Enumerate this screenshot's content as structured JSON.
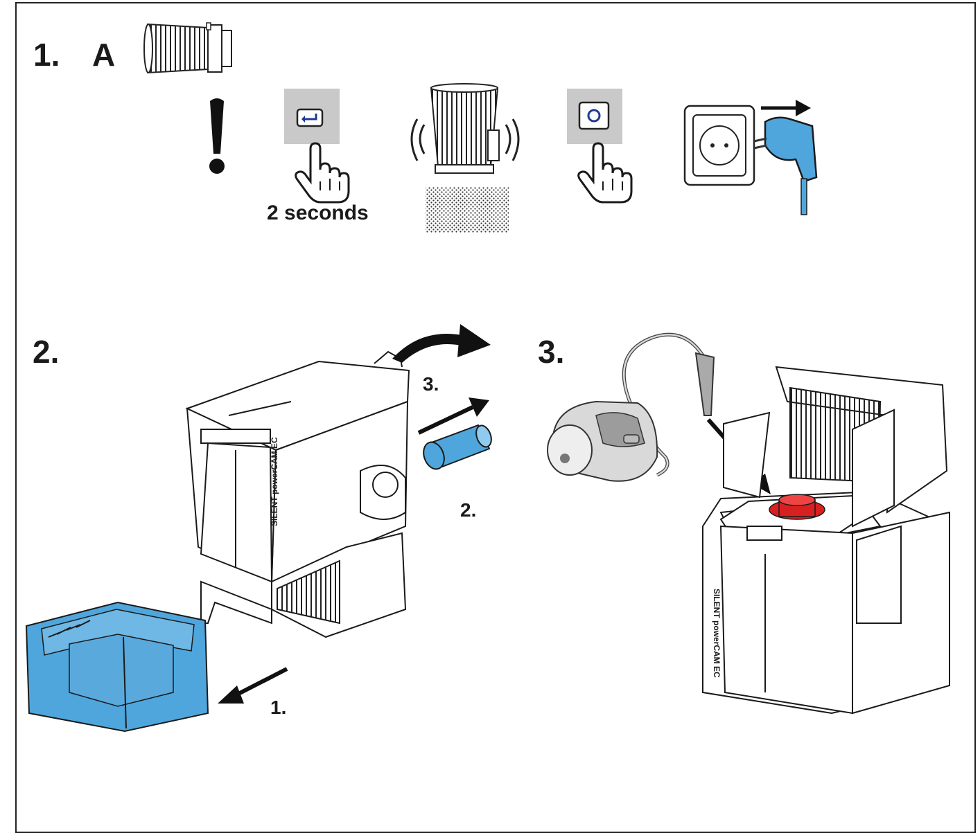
{
  "steps": {
    "step1_number": "1.",
    "step1_letter": "A",
    "step2_number": "2.",
    "step3_number": "3."
  },
  "hint": {
    "press_duration": "2 seconds"
  },
  "substeps": {
    "remove_tray": "1.",
    "insert_tube": "2.",
    "rotate_lid": "3."
  },
  "device_brand": "SILENT powerCAM EC",
  "colors": {
    "accent_blue": "#4fa6dc",
    "button_gray": "#c9c9c9",
    "motor_red": "#d92020",
    "outline": "#1a1a1a"
  },
  "icons": [
    "filter-cartridge-icon",
    "warning-exclamation-icon",
    "enter-key-button-icon",
    "pointing-hand-icon",
    "shaking-filter-icon",
    "power-button-icon",
    "wall-socket-unplug-icon",
    "vacuum-cleaner-icon"
  ]
}
